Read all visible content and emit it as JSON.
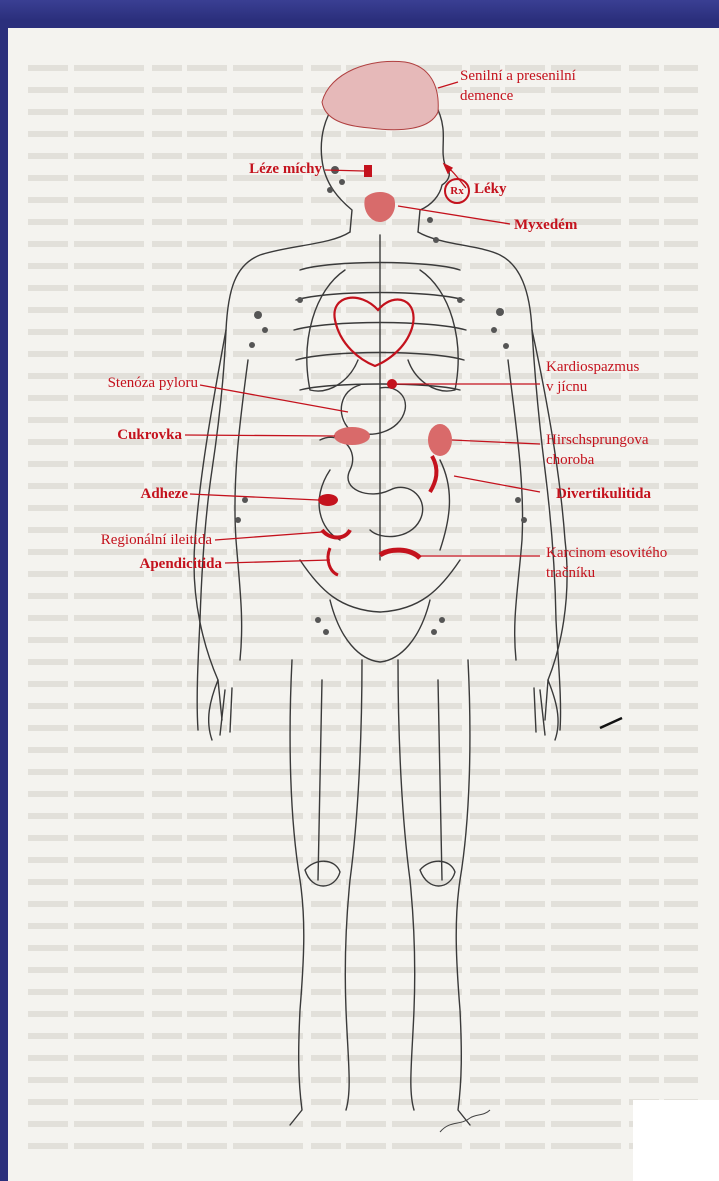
{
  "labels": {
    "senilni": "Senilní a presenilní",
    "demence": "demence",
    "leze": "Léze míchy",
    "leky": "Léky",
    "rx": "Rx",
    "myxedem": "Myxedém",
    "kardio": "Kardiospazmus",
    "vjicnu": "v jícnu",
    "stenoza": "Stenóza pyloru",
    "cukrovka": "Cukrovka",
    "hirsch": "Hirschsprungova",
    "choroba": "choroba",
    "adheze": "Adheze",
    "divert": "Divertikulitida",
    "regionalni": "Regionální ileitida",
    "karcinom": "Karcinom esovitého",
    "tracniku": "tračníku",
    "apendicitida": "Apendicitida"
  },
  "colors": {
    "label": "#c4121d",
    "border": "#2b2f7c",
    "paper": "#f4f3ef"
  }
}
